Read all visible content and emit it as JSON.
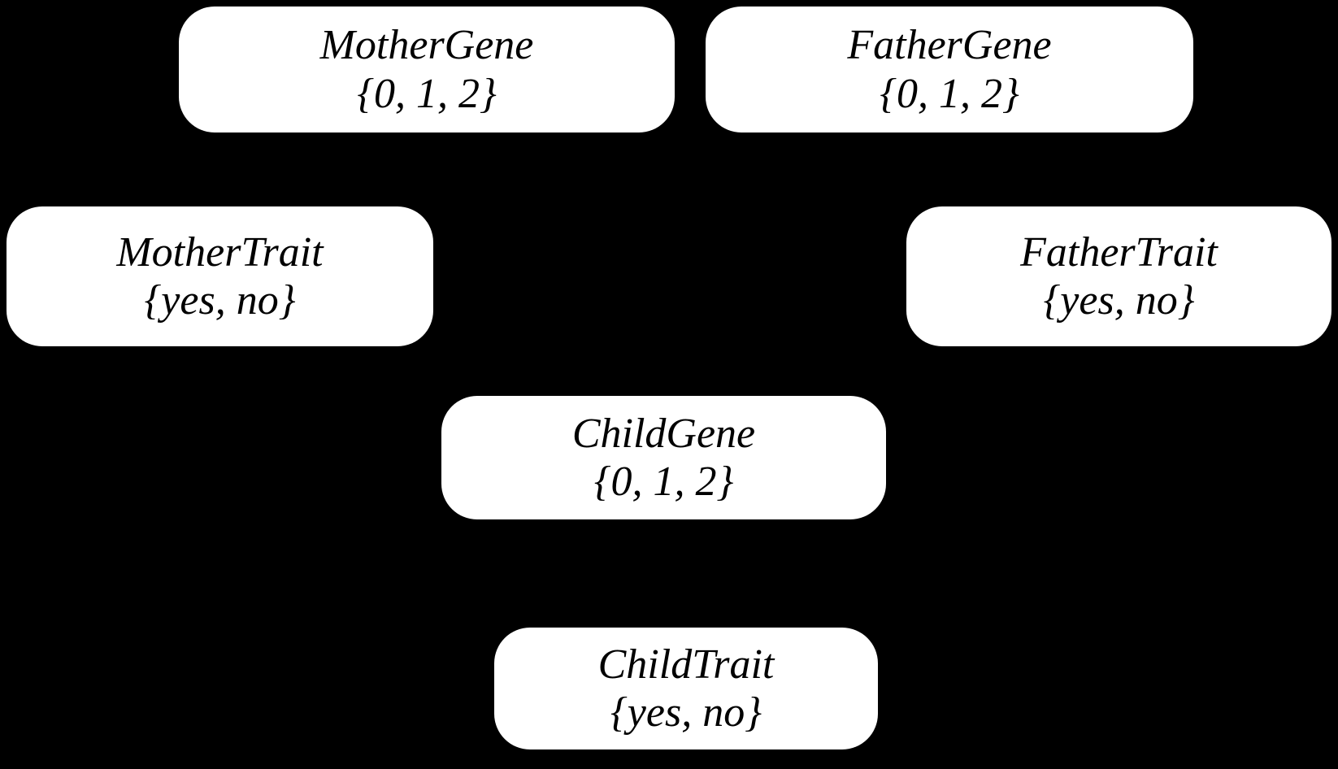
{
  "diagram": {
    "type": "bayesian-network",
    "background_color": "#000000",
    "node_fill_color": "#ffffff",
    "node_text_color": "#000000",
    "nodes": [
      {
        "id": "mother-gene",
        "title": "MotherGene",
        "domain": "{0, 1, 2}"
      },
      {
        "id": "father-gene",
        "title": "FatherGene",
        "domain": "{0, 1, 2}"
      },
      {
        "id": "mother-trait",
        "title": "MotherTrait",
        "domain": "{yes, no}"
      },
      {
        "id": "father-trait",
        "title": "FatherTrait",
        "domain": "{yes, no}"
      },
      {
        "id": "child-gene",
        "title": "ChildGene",
        "domain": "{0, 1, 2}"
      },
      {
        "id": "child-trait",
        "title": "ChildTrait",
        "domain": "{yes, no}"
      }
    ]
  }
}
